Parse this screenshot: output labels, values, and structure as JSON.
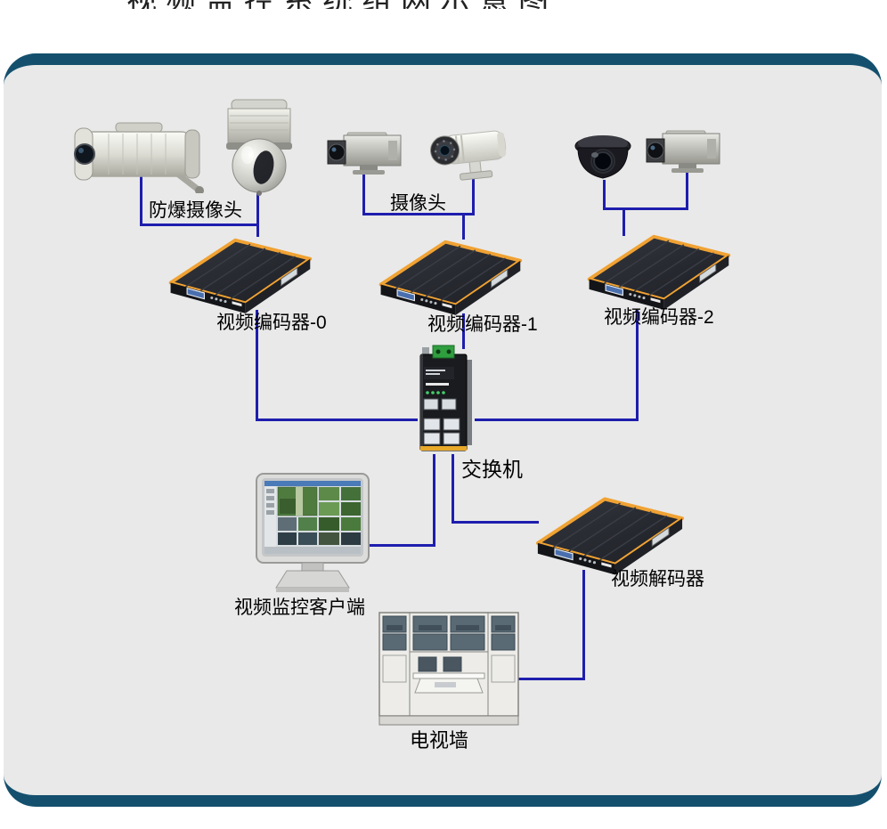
{
  "colors": {
    "line": "#1e1eae",
    "frame": "#14506e",
    "panel": "#e9e9e9",
    "accent": "#f0a233"
  },
  "header": {
    "cropped_title": "视频监控系统组网示意图"
  },
  "labels": {
    "explosion_camera": "防爆摄像头",
    "camera": "摄像头",
    "encoder0": "视频编码器-0",
    "encoder1": "视频编码器-1",
    "encoder2": "视频编码器-2",
    "switch": "交换机",
    "client": "视频监控客户端",
    "decoder": "视频解码器",
    "tv_wall": "电视墙"
  }
}
